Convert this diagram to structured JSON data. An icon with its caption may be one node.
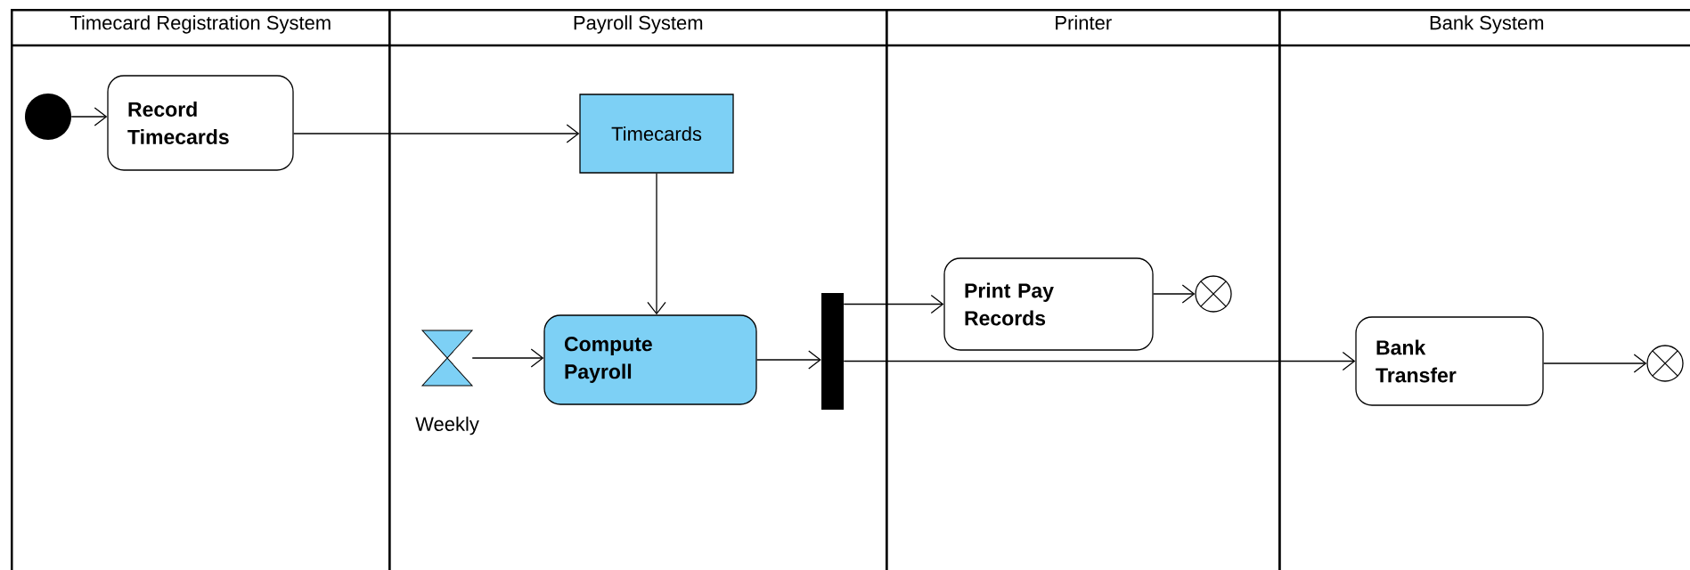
{
  "diagram": {
    "nodes": [
      {
        "text": [
          "Timecard Registration System"
        ]
      },
      {
        "text": [
          "Payroll System"
        ]
      },
      {
        "text": [
          "Printer"
        ]
      },
      {
        "text": [
          "Bank System"
        ]
      },
      {
        "text": [],
        "shape": "dot",
        "in": 0
      },
      {
        "text": [
          "Record Timecards"
        ],
        "in": 0
      },
      {
        "text": [
          "Timecards"
        ],
        "in": 1
      },
      {
        "text": [],
        "shape": "hourglass",
        "beside": [
          "Weekly"
        ],
        "in": 1
      },
      {
        "text": [
          "Compute Payroll"
        ],
        "in": 1
      },
      {
        "text": [],
        "shape": "bar",
        "in": 1
      },
      {
        "text": [
          "Print Pay Records"
        ],
        "in": 2
      },
      {
        "text": [],
        "shape": "circle",
        "in": 2
      },
      {
        "text": [
          "Bank Transfer"
        ],
        "in": 3
      },
      {
        "text": [],
        "shape": "circle",
        "in": 3
      }
    ],
    "edges": [
      {
        "from": 4,
        "to": 5,
        "arrow": "to"
      },
      {
        "from": 5,
        "to": 6,
        "arrow": "to"
      },
      {
        "from": 6,
        "to": 8,
        "arrow": "to"
      },
      {
        "from": 7,
        "to": 8,
        "arrow": "to"
      },
      {
        "from": 8,
        "to": 9,
        "arrow": "to"
      },
      {
        "from": 9,
        "to": 10,
        "arrow": "to"
      },
      {
        "from": 10,
        "to": 11,
        "arrow": "to"
      },
      {
        "from": 9,
        "to": 12,
        "arrow": "to"
      },
      {
        "from": 12,
        "to": 13,
        "arrow": "to"
      }
    ]
  }
}
